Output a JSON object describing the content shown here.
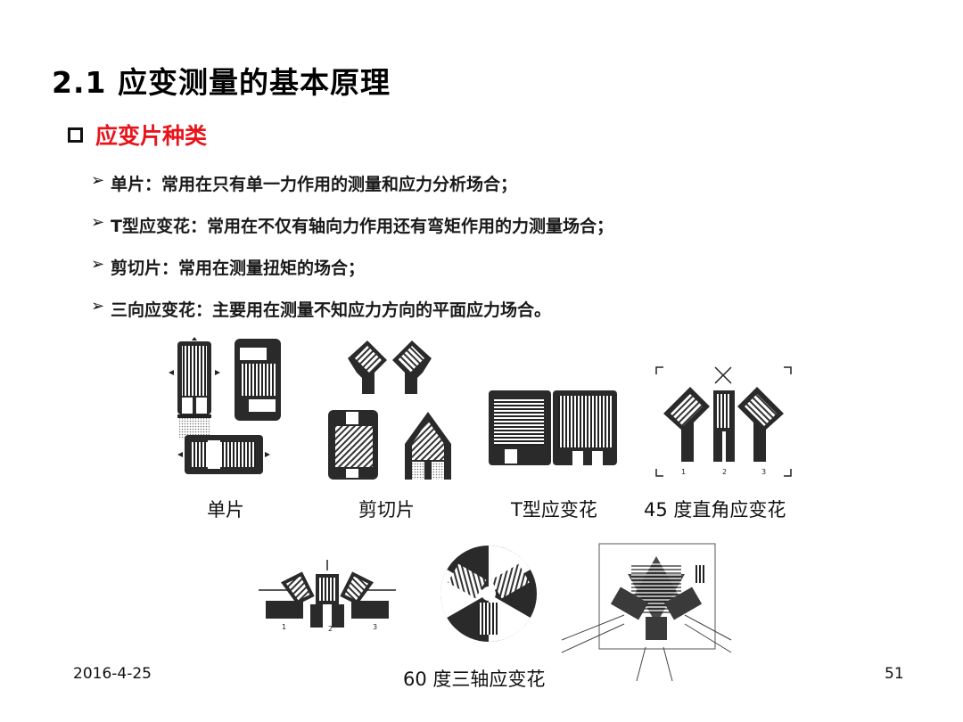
{
  "slide": {
    "title": "2.1 应变测量的基本原理",
    "section_heading": "应变片种类",
    "bullets": [
      "单片：常用在只有单一力作用的测量和应力分析场合；",
      "T型应变花：常用在不仅有轴向力作用还有弯矩作用的力测量场合；",
      "剪切片：常用在测量扭矩的场合；",
      "三向应变花：主要用在测量不知应力方向的平面应力场合。"
    ],
    "captions": {
      "single": "单片",
      "shear": "剪切片",
      "t_rosette": "T型应变花",
      "rect_45": "45  度直角应变花",
      "delta_60": "60  度三轴应变花"
    },
    "figure_labels": {
      "n1": "1",
      "n2": "2",
      "n3": "3"
    },
    "footer": {
      "date": "2016-4-25",
      "page": "51"
    }
  },
  "colors": {
    "heading_red": "#e8141b",
    "gauge_dark": "#2a2a2a",
    "grid_gray": "#8a8a8a"
  }
}
